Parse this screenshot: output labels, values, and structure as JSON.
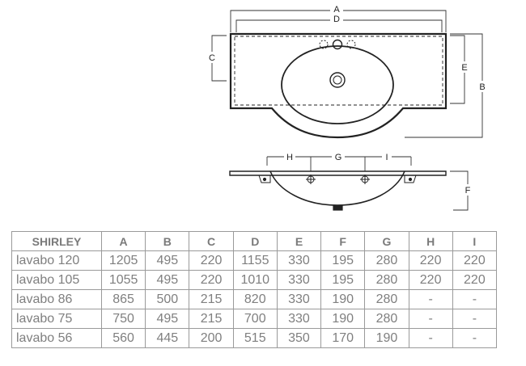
{
  "drawing": {
    "dimension_labels": {
      "A": "A",
      "B": "B",
      "C": "C",
      "D": "D",
      "E": "E",
      "F": "F",
      "G": "G",
      "H": "H",
      "I": "I"
    }
  },
  "table": {
    "headers": [
      "SHIRLEY",
      "A",
      "B",
      "C",
      "D",
      "E",
      "F",
      "G",
      "H",
      "I"
    ],
    "rows": [
      [
        "lavabo 120",
        "1205",
        "495",
        "220",
        "1155",
        "330",
        "195",
        "280",
        "220",
        "220"
      ],
      [
        "lavabo 105",
        "1055",
        "495",
        "220",
        "1010",
        "330",
        "195",
        "280",
        "220",
        "220"
      ],
      [
        "lavabo 86",
        "865",
        "500",
        "215",
        "820",
        "330",
        "190",
        "280",
        "-",
        "-"
      ],
      [
        "lavabo 75",
        "750",
        "495",
        "215",
        "700",
        "330",
        "190",
        "280",
        "-",
        "-"
      ],
      [
        "lavabo 56",
        "560",
        "445",
        "200",
        "515",
        "350",
        "170",
        "190",
        "-",
        "-"
      ]
    ]
  }
}
